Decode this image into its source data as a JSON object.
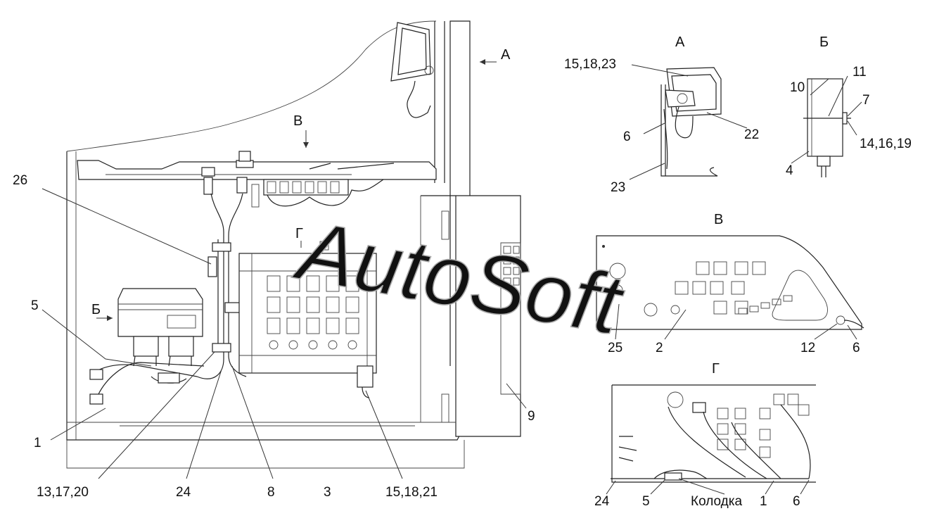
{
  "view_titles": {
    "a_marker": "А",
    "b_marker": "Б",
    "v_marker": "В",
    "g_marker": "Г",
    "a_view": "А",
    "b_view": "Б",
    "v_view": "В",
    "g_view": "Г"
  },
  "callouts": {
    "c26": "26",
    "c5": "5",
    "c1": "1",
    "c13_17_20": "13,17,20",
    "c24": "24",
    "c8": "8",
    "c3": "3",
    "c15_18_21": "15,18,21",
    "c9": "9",
    "a_15_18_23": "15,18,23",
    "a_6": "6",
    "a_22": "22",
    "a_23": "23",
    "b_10": "10",
    "b_11": "11",
    "b_7": "7",
    "b_14_16_19": "14,16,19",
    "b_4": "4",
    "v_25": "25",
    "v_2": "2",
    "v_12": "12",
    "v_6": "6",
    "g_24": "24",
    "g_5": "5",
    "g_kolodka": "Колодка",
    "g_1": "1",
    "g_6": "6"
  },
  "watermark": "AutoSoft"
}
